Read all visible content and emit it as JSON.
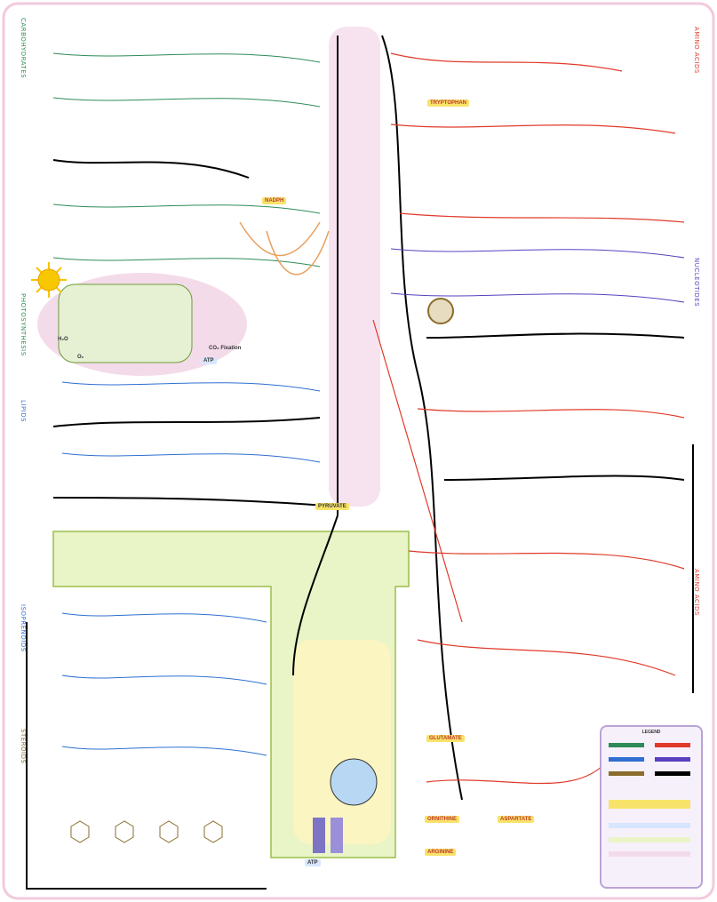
{
  "poster": {
    "background": "#ffffff",
    "frame_color": "#f2c9dd",
    "colors": {
      "carbohydrate": "#2e8b57",
      "amino_acid": "#e03a2a",
      "lipid": "#2f6fd1",
      "nucleotide": "#5a3fbf",
      "cofactor": "#8a6d2c",
      "trunk": "#000000",
      "highlight_yellow": "#f8e36a",
      "mito_green": "#e9f4c7"
    }
  },
  "labels": {
    "tryptophan": "TRYPTOPHAN",
    "nadph": "NADPH",
    "atp_photo": "ATP",
    "co2_fixation": "CO₂ Fixation",
    "h2o": "H₂O",
    "o2": "O₂",
    "pyruvate": "PYRUVATE",
    "glutamate": "GLUTAMATE",
    "ornithine": "ORNITHINE",
    "arginine": "ARGININE",
    "aspartate": "ASPARTATE",
    "atp_bottom": "ATP",
    "legend_title": "LEGEND"
  },
  "side_titles": {
    "left": [
      "CARBOHYDRATES",
      "PHOTOSYNTHESIS",
      "LIPIDS",
      "ISOPRENOIDS",
      "STEROIDS"
    ],
    "right": [
      "AMINO ACIDS",
      "NUCLEOTIDES",
      "AMINO ACIDS"
    ]
  }
}
